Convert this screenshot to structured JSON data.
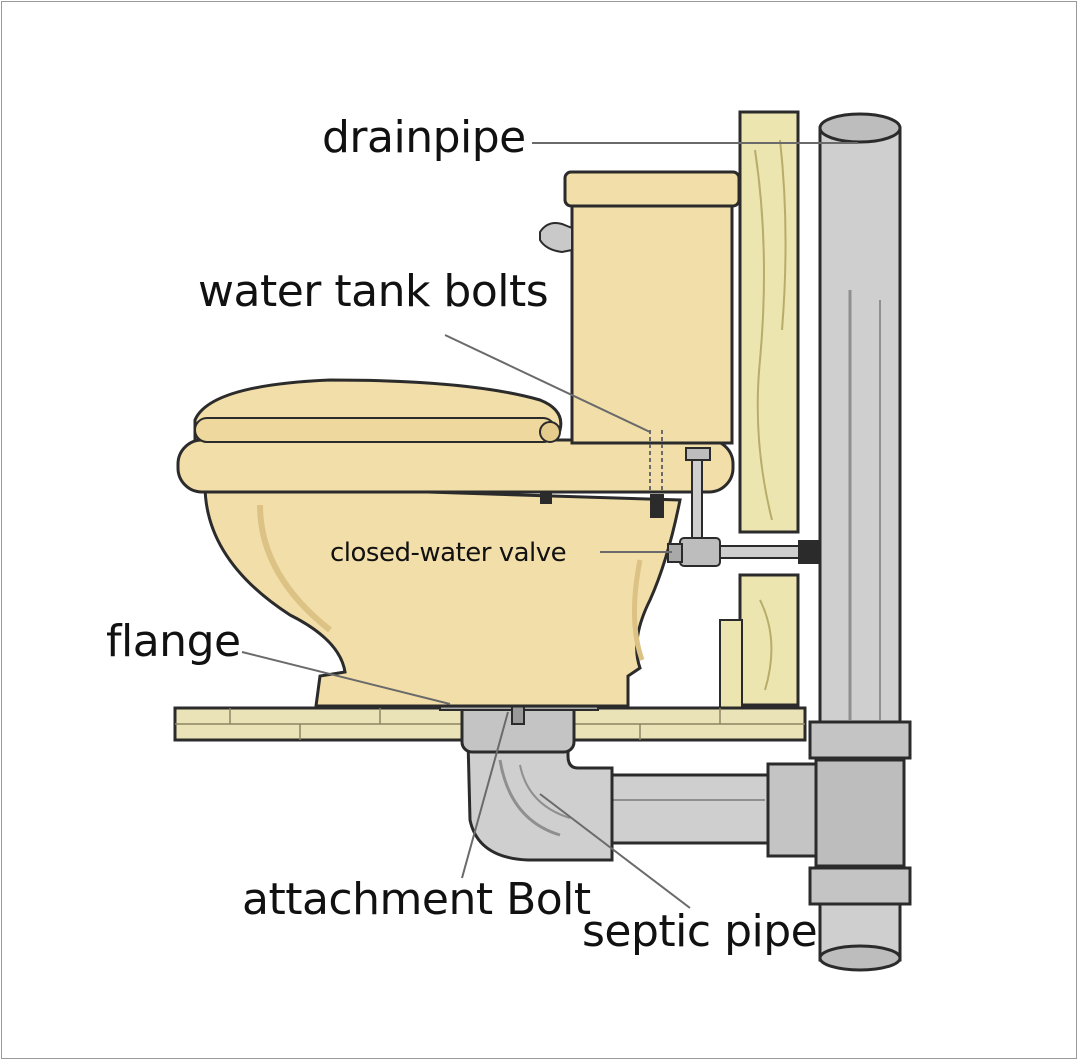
{
  "labels": {
    "drainpipe": "drainpipe",
    "water_tank_bolts": "water tank bolts",
    "closed_water_valve": "closed-water valve",
    "flange": "flange",
    "attachment_bolt": "attachment Bolt",
    "septic_pipe": "septic pipe"
  },
  "colors": {
    "porcelain": "#f2dea8",
    "porcelain_shade": "#dcc284",
    "wood": "#ece5b0",
    "pipe": "#cfcfcf",
    "pipe_shade": "#a9a9a9",
    "floor": "#ebe3b8",
    "outline": "#2b2b2b",
    "leader": "#6a6a6a",
    "text": "#111111"
  }
}
